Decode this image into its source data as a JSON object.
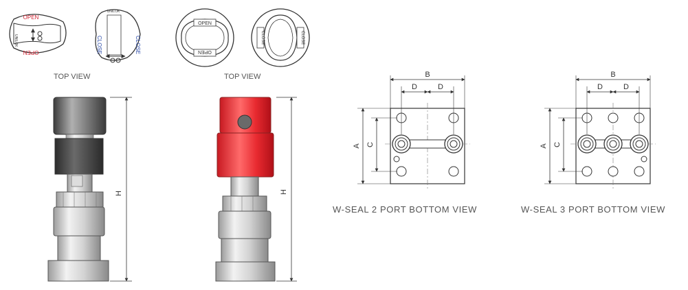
{
  "top_views": {
    "caption_1": "TOP VIEW",
    "caption_2": "TOP VIEW",
    "knob_open_text": "OPEN",
    "knob_close_text": "CLOSE",
    "knob_brand": "UNILOK"
  },
  "side_views": {
    "height_label": "H",
    "cap_colors": {
      "gray": "#6a6a6a",
      "red": "#e0202a"
    }
  },
  "bottom_view_2port": {
    "caption": "W-SEAL 2 PORT BOTTOM VIEW",
    "dim_B": "B",
    "dim_D": "D",
    "dim_A": "A",
    "dim_C": "C"
  },
  "bottom_view_3port": {
    "caption": "W-SEAL 3 PORT BOTTOM VIEW",
    "dim_B": "B",
    "dim_D": "D",
    "dim_A": "A",
    "dim_C": "C"
  }
}
